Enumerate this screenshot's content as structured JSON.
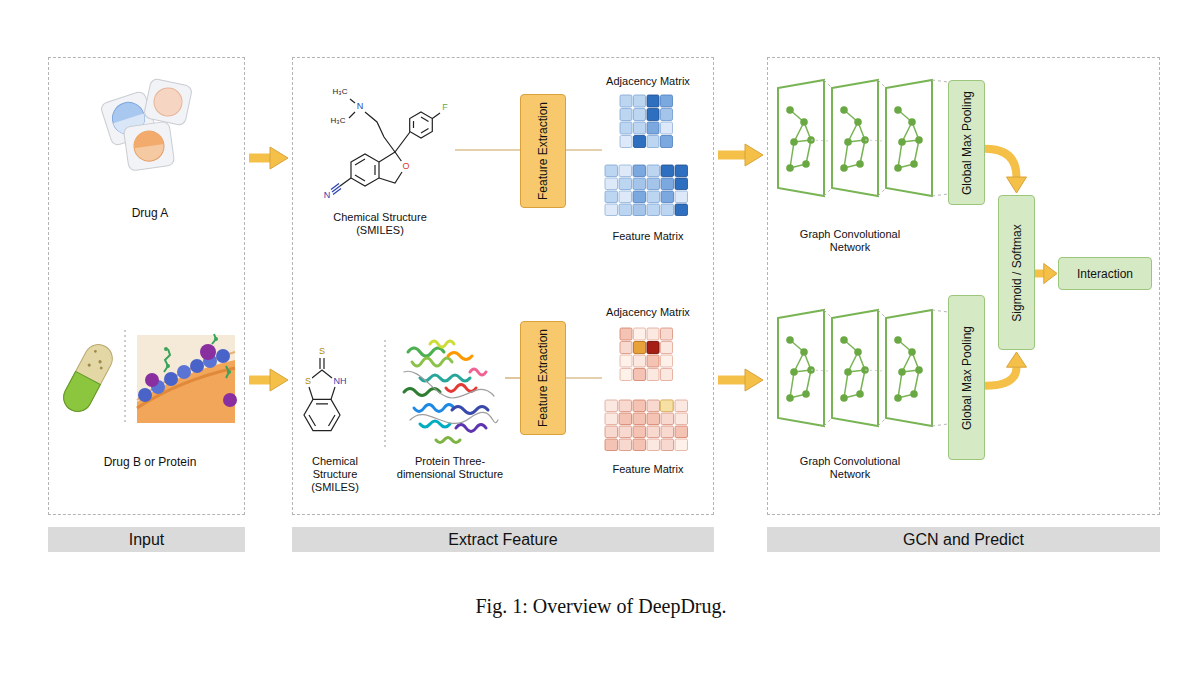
{
  "diagram": {
    "caption": "Fig. 1: Overview of DeepDrug.",
    "nodes": [
      {
        "text": [
          "Input"
        ]
      },
      {
        "text": [
          "Extract Feature"
        ]
      },
      {
        "text": [
          "GCN and Predict"
        ]
      },
      {
        "text": [
          "Feature Extraction"
        ],
        "in": 1
      },
      {
        "text": [
          "Feature Extraction"
        ],
        "in": 1
      },
      {
        "text": [
          "Global Max Pooling"
        ],
        "in": 2
      },
      {
        "text": [
          "Global Max Pooling"
        ],
        "in": 2
      },
      {
        "text": [
          "Sigmoid / Softmax"
        ],
        "in": 2
      },
      {
        "text": [
          "Interaction"
        ],
        "in": 2
      }
    ],
    "edges": [
      {
        "from": 0,
        "to": 1,
        "arrow": "to"
      },
      {
        "from": 0,
        "to": 1,
        "arrow": "to"
      },
      {
        "from": 1,
        "to": 2,
        "arrow": "to"
      },
      {
        "from": 1,
        "to": 2,
        "arrow": "to"
      },
      {
        "from": 5,
        "to": 7,
        "arrow": "to"
      },
      {
        "from": 6,
        "to": 7,
        "arrow": "to"
      },
      {
        "from": 7,
        "to": 8,
        "arrow": "to"
      }
    ],
    "labels": [
      "Drug A",
      "Drug B or Protein",
      "H₃C",
      "H₃C",
      "N",
      "F",
      "O",
      "N",
      "Chemical Structure (SMILES)",
      "Adjacency Matrix",
      "Feature Matrix",
      "S",
      "S",
      "NH",
      "Chemical Structure (SMILES)",
      "Protein Three-dimensional Structure",
      "Adjacency Matrix",
      "Feature Matrix",
      "Graph Convolutional Network",
      "Graph Convolutional Network"
    ]
  }
}
